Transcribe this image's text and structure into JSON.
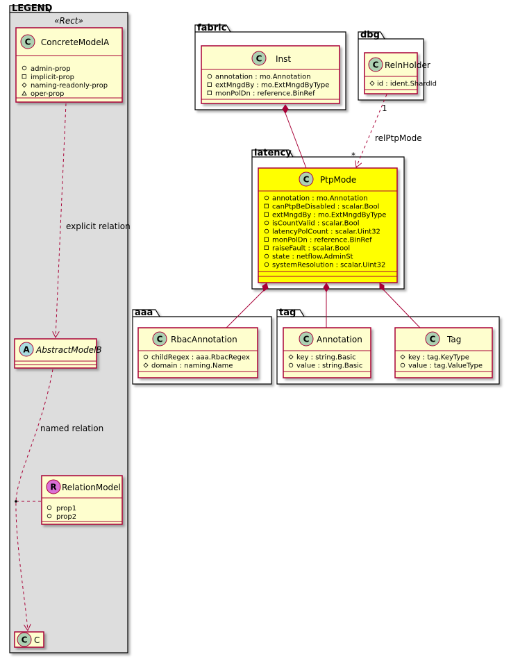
{
  "legend": {
    "title": "LEGEND",
    "stereotype": "«Rect»",
    "concrete_model": {
      "name": "ConcreteModelA",
      "badge": "C",
      "attributes": [
        "admin-prop",
        "implicit-prop",
        "naming-readonly-prop",
        "oper-prop"
      ]
    },
    "abstract_model": {
      "name": "AbstractModelB",
      "badge": "A"
    },
    "relation_model": {
      "name": "RelationModel",
      "badge": "R",
      "attributes": [
        "prop1",
        "prop2"
      ]
    },
    "c_model": {
      "name": "C",
      "badge": "C"
    },
    "explicit_relation_label": "explicit relation",
    "named_relation_label": "named relation"
  },
  "packages": {
    "fabric": {
      "title": "fabric",
      "class": {
        "name": "Inst",
        "badge": "C",
        "attributes": [
          "annotation : mo.Annotation",
          "extMngdBy : mo.ExtMngdByType",
          "monPolDn : reference.BinRef"
        ]
      }
    },
    "dbg": {
      "title": "dbg",
      "class": {
        "name": "RelnHolder",
        "badge": "C",
        "attributes": [
          "id : ident.ShardId"
        ]
      }
    },
    "latency": {
      "title": "latency",
      "class": {
        "name": "PtpMode",
        "badge": "C",
        "attributes": [
          "annotation : mo.Annotation",
          "canPtpBeDisabled : scalar.Bool",
          "extMngdBy : mo.ExtMngdByType",
          "isCountValid : scalar.Bool",
          "latencyPolCount : scalar.Uint32",
          "monPolDn : reference.BinRef",
          "raiseFault : scalar.Bool",
          "state : netflow.AdminSt",
          "systemResolution : scalar.Uint32"
        ]
      }
    },
    "aaa": {
      "title": "aaa",
      "class": {
        "name": "RbacAnnotation",
        "badge": "C",
        "attributes": [
          "childRegex : aaa.RbacRegex",
          "domain : naming.Name"
        ]
      }
    },
    "tag": {
      "title": "tag",
      "annotation": {
        "name": "Annotation",
        "badge": "C",
        "attributes": [
          "key : string.Basic",
          "value : string.Basic"
        ]
      },
      "tag": {
        "name": "Tag",
        "badge": "C",
        "attributes": [
          "key : tag.KeyType",
          "value : tag.ValueType"
        ]
      }
    }
  },
  "relations": {
    "reln_label": "relPtpMode",
    "mult_source": "1",
    "mult_target": "*"
  },
  "colors": {
    "class_fill": "#FEFECE",
    "class_border": "#A80036",
    "highlight_fill": "#FFFF00",
    "legend_fill": "#DDDDDD",
    "badge_c": "#ADD1B2",
    "badge_a": "#A9DCDF",
    "badge_r": "#DA70D6"
  }
}
